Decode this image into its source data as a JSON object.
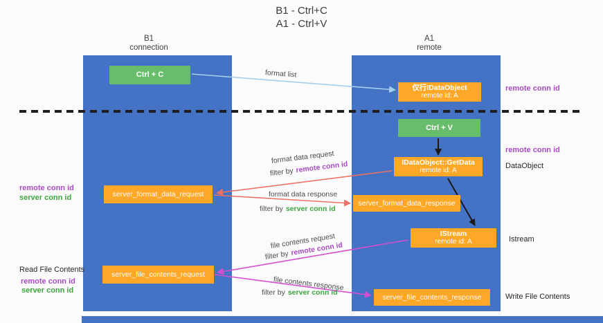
{
  "title": {
    "line1": "B1 - Ctrl+C",
    "line2": "A1 - Ctrl+V"
  },
  "columns": {
    "left": {
      "name": "B1",
      "role": "connection"
    },
    "right": {
      "name": "A1",
      "role": "remote"
    }
  },
  "boxes": {
    "ctrl_c": {
      "label": "Ctrl + C"
    },
    "ctrl_v": {
      "label": "Ctrl + V"
    },
    "idataobject": {
      "line1": "仅行IDataObject",
      "line2": "remote id: A"
    },
    "getdata": {
      "line1": "IDataObject::GetData",
      "line2": "remote id: A"
    },
    "istream": {
      "line1": "IStream",
      "line2": "remote id: A"
    },
    "format_request": {
      "label": "server_format_data_request"
    },
    "format_response": {
      "label": "server_format_data_response"
    },
    "file_request": {
      "label": "server_file_contents_request"
    },
    "file_response": {
      "label": "server_file_contents_response"
    }
  },
  "arrows": {
    "format_list": "format list",
    "format_data_request": "format data request",
    "format_data_response": "format data response",
    "file_contents_request": "file contents request",
    "file_contents_response": "file contents response",
    "filter_prefix": "filter by",
    "remote_conn_id": "remote conn id",
    "server_conn_id": "server conn id"
  },
  "side_labels": {
    "remote_conn_id": "remote conn id",
    "server_conn_id": "server conn id",
    "dataobject": "DataObject",
    "istream": "Istream",
    "read_file_contents": "Read File Contents",
    "write_file_contents": "Write File Contents"
  },
  "colors": {
    "lane_blue": "#4472c4",
    "box_orange": "#ffa726",
    "box_green": "#68bd6d",
    "remote_purple": "#a94cc4",
    "server_green": "#3da53d",
    "arrow_blue": "#a3cfed",
    "arrow_salmon": "#ee7163",
    "arrow_magenta": "#d44fd0",
    "arrow_black": "#1a1a1a"
  }
}
